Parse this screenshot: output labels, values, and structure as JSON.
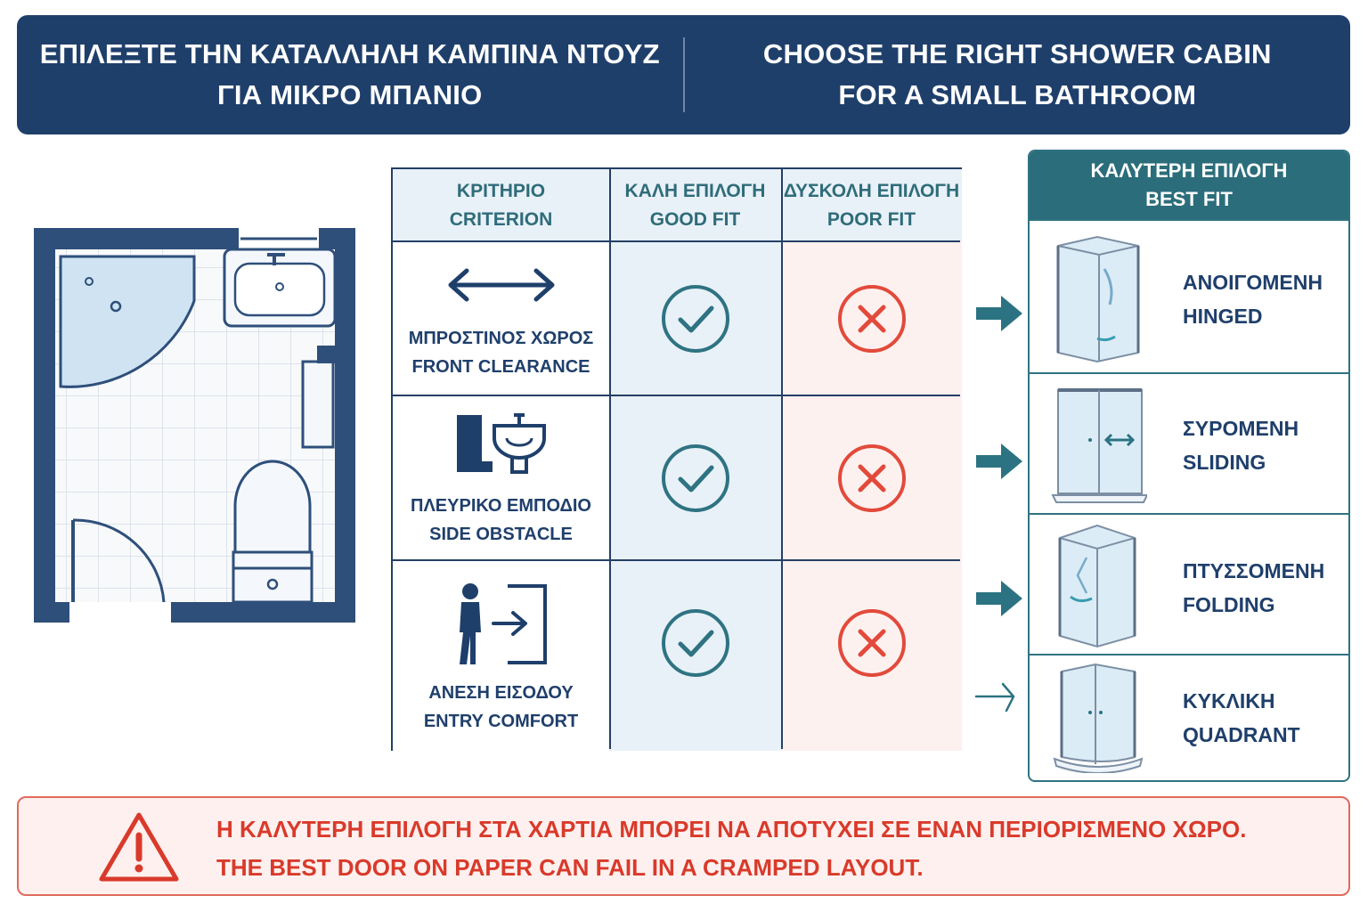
{
  "header": {
    "greek_line1": "ΕΠΙΛΕΞΤΕ ΤΗΝ ΚΑΤΑΛΛΗΛΗ ΚΑΜΠΙΝΑ ΝΤΟΥΖ",
    "greek_line2": "ΓΙΑ ΜΙΚΡΟ ΜΠΑΝΙΟ",
    "english_line1": "CHOOSE THE RIGHT SHOWER CABIN",
    "english_line2": "FOR A SMALL BATHROOM"
  },
  "table": {
    "headers": [
      {
        "greek": "ΚΡΙΤΗΡΙΟ",
        "english": "CRITERION"
      },
      {
        "greek": "ΚΑΛΗ ΕΠΙΛΟΓΗ",
        "english": "GOOD FIT"
      },
      {
        "greek": "ΔΥΣΚΟΛΗ ΕΠΙΛΟΓΗ",
        "english": "POOR FIT"
      }
    ],
    "rows": [
      {
        "greek": "ΜΠΡΟΣΤΙΝΟΣ ΧΩΡΟΣ",
        "english": "FRONT CLEARANCE",
        "icon": "double-arrow-icon"
      },
      {
        "greek": "ΠΛΕΥΡΙΚΟ ΕΜΠΟΔΙΟ",
        "english": "SIDE OBSTACLE",
        "icon": "sink-obstacle-icon"
      },
      {
        "greek": "ΑΝΕΣΗ ΕΙΣΟΔΟΥ",
        "english": "ENTRY COMFORT",
        "icon": "person-entry-icon"
      }
    ]
  },
  "best_fit": {
    "header_greek": "ΚΑΛΥΤΕΡΗ ΕΠΙΛΟΓΗ",
    "header_english": "BEST FIT",
    "options": [
      {
        "greek": "ΑΝΟΙΓΟΜΕΝΗ",
        "english": "HINGED"
      },
      {
        "greek": "ΣΥΡΟΜΕΝΗ",
        "english": "SLIDING"
      },
      {
        "greek": "ΠΤΥΣΣΟΜΕΝΗ",
        "english": "FOLDING"
      },
      {
        "greek": "ΚΥΚΛΙΚΗ",
        "english": "QUADRANT"
      }
    ]
  },
  "warning": {
    "greek": "Η ΚΑΛΥΤΕΡΗ ΕΠΙΛΟΓΗ ΣΤΑ ΧΑΡΤΙΑ ΜΠΟΡΕΙ ΝΑ ΑΠΟΤΥΧΕΙ ΣΕ ΕΝΑΝ ΠΕΡΙΟΡΙΣΜΕΝΟ ΧΩΡΟ.",
    "english": "THE BEST DOOR ON PAPER CAN FAIL IN A CRAMPED LAYOUT."
  },
  "colors": {
    "navy": "#1f3f6b",
    "teal": "#2b6d7b",
    "check": "#2f7382",
    "cross": "#e24a3b",
    "good_bg": "#e8f1f8",
    "poor_bg": "#fdf1ef"
  }
}
